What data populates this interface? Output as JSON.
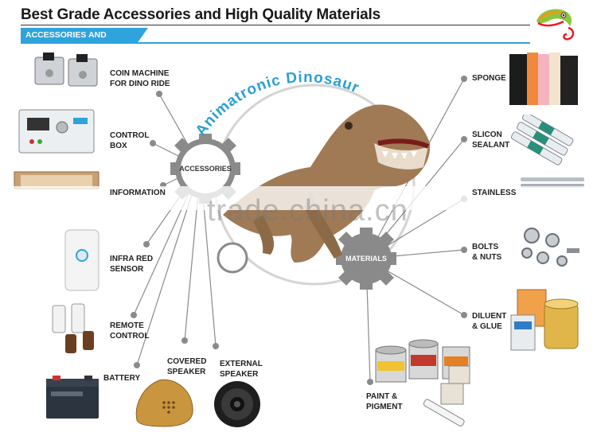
{
  "header": {
    "title": "Best Grade Accessories and High Quality Materials",
    "ribbon": "ACCESSORIES AND MATERIALS"
  },
  "center": {
    "arc_text": "Animatronic Dinosaur",
    "accessories_hub": "ACCESSORIES",
    "materials_hub": "MATERIALS"
  },
  "watermark": "trade.china.cn",
  "accessories": [
    {
      "label": "COIN MACHINE\nFOR DINO RIDE"
    },
    {
      "label": "CONTROL\nBOX"
    },
    {
      "label": "INFORMATION"
    },
    {
      "label": "INFRA RED\nSENSOR"
    },
    {
      "label": "REMOTE\nCONTROL"
    },
    {
      "label": "BATTERY"
    },
    {
      "label": "COVERED\nSPEAKER"
    },
    {
      "label": "EXTERNAL\nSPEAKER"
    }
  ],
  "materials": [
    {
      "label": "SPONGE"
    },
    {
      "label": "SLICON\nSEALANT"
    },
    {
      "label": "STAINLESS"
    },
    {
      "label": "BOLTS\n& NUTS"
    },
    {
      "label": "DILUENT\n& GLUE"
    },
    {
      "label": "PAINT &\nPIGMENT"
    }
  ],
  "colors": {
    "accent": "#2ea3dc",
    "hub": "#777777",
    "arc_text": "#2a9fd6"
  }
}
